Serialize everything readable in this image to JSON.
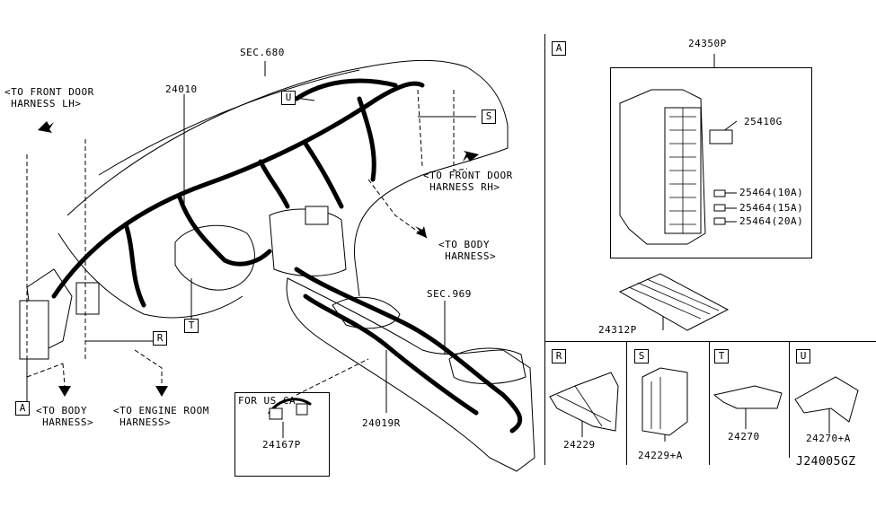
{
  "diagram_id": "J24005GZ",
  "main_view": {
    "labels": {
      "sec_680": "SEC.680",
      "part_24010": "24010",
      "to_front_door_lh_1": "<TO FRONT DOOR",
      "to_front_door_lh_2": " HARNESS LH>",
      "to_front_door_rh_1": "<TO FRONT DOOR",
      "to_front_door_rh_2": " HARNESS RH>",
      "to_body_right_1": "<TO BODY",
      "to_body_right_2": " HARNESS>",
      "to_body_bottom_1": "<TO BODY",
      "to_body_bottom_2": " HARNESS>",
      "to_engine_room_1": "<TO ENGINE ROOM",
      "to_engine_room_2": " HARNESS>",
      "sec_969": "SEC.969",
      "part_24019R": "24019R"
    },
    "callouts": {
      "A": "A",
      "R": "R",
      "S": "S",
      "T": "T",
      "U": "U"
    },
    "inset_us_ca": {
      "title": "FOR US,CA",
      "part": "24167P"
    }
  },
  "detail_A": {
    "callout": "A",
    "assembly": "24350P",
    "parts": [
      {
        "label": "25410G"
      },
      {
        "label": "25464(10A)"
      },
      {
        "label": "25464(15A)"
      },
      {
        "label": "25464(20A)"
      }
    ],
    "label_sheet": "24312P"
  },
  "details_bottom": [
    {
      "callout": "R",
      "part": "24229"
    },
    {
      "callout": "S",
      "part": "24229+A"
    },
    {
      "callout": "T",
      "part": "24270"
    },
    {
      "callout": "U",
      "part": "24270+A"
    }
  ]
}
